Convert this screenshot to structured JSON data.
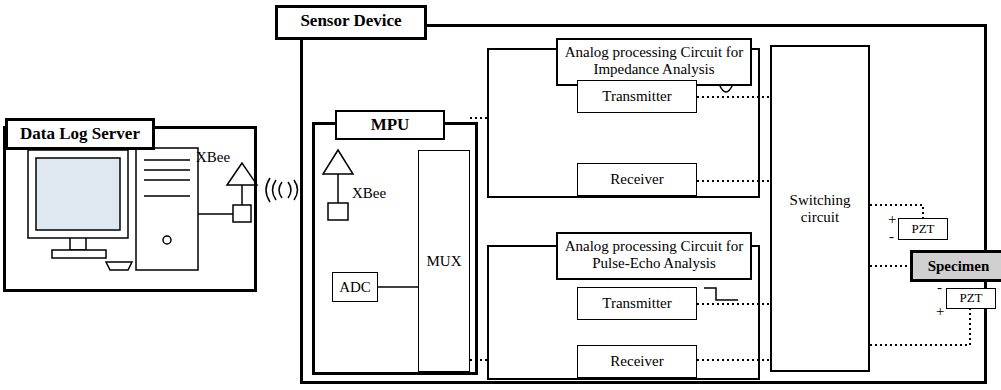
{
  "diagram": {
    "nodes": [
      {
        "text": [
          "Data Log Server"
        ]
      },
      {
        "text": [
          "Sensor Device"
        ]
      },
      {
        "text": [
          "MPU"
        ],
        "in": 1
      },
      {
        "text": [
          "ADC"
        ],
        "in": 2
      },
      {
        "text": [
          "MUX"
        ],
        "in": 2
      },
      {
        "text": [
          "Analog processing Circuit for Impedance Analysis"
        ],
        "in": 1
      },
      {
        "text": [
          "Transmitter"
        ],
        "in": 5
      },
      {
        "text": [
          "Receiver"
        ],
        "in": 5
      },
      {
        "text": [
          "Analog processing Circuit for Pulse-Echo Analysis"
        ],
        "in": 1
      },
      {
        "text": [
          "Transmitter"
        ],
        "in": 8
      },
      {
        "text": [
          "Receiver"
        ],
        "in": 8
      },
      {
        "text": [
          "Switching circuit"
        ],
        "in": 1
      },
      {
        "text": [
          "Specimen"
        ]
      },
      {
        "text": [
          "PZT"
        ]
      },
      {
        "text": [
          "PZT"
        ]
      }
    ],
    "edges": [
      {
        "from": 3,
        "to": 4,
        "arrow": "none"
      },
      {
        "from": 4,
        "to": 5,
        "arrow": "none"
      },
      {
        "from": 4,
        "to": 8,
        "arrow": "none"
      },
      {
        "from": 6,
        "to": 11,
        "arrow": "none"
      },
      {
        "from": 7,
        "to": 11,
        "arrow": "none"
      },
      {
        "from": 9,
        "to": 11,
        "arrow": "none"
      },
      {
        "from": 10,
        "to": 11,
        "arrow": "none"
      },
      {
        "from": 11,
        "to": 13,
        "arrow": "none"
      },
      {
        "from": 11,
        "to": 12,
        "arrow": "none"
      },
      {
        "from": 11,
        "to": 14,
        "arrow": "none"
      }
    ],
    "labels": [
      "XBee",
      "XBee",
      "+",
      "-",
      "-",
      "+"
    ]
  }
}
